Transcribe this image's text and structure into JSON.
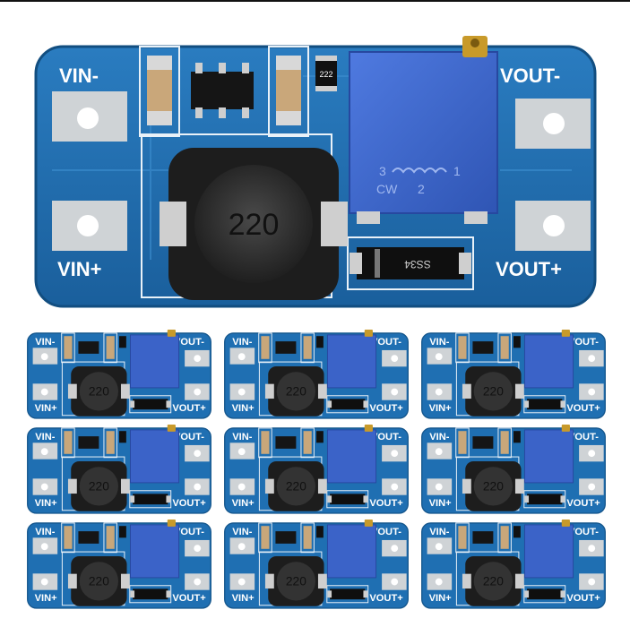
{
  "hero": {
    "labels": {
      "vin_minus": "VIN-",
      "vin_plus": "VIN+",
      "vout_minus": "VOUT-",
      "vout_plus": "VOUT+",
      "inductor": "220",
      "diode": "SS34",
      "resistor": "222",
      "pot_left": "3",
      "pot_right": "1",
      "pot_cw": "CW",
      "pot_mid": "2"
    }
  },
  "grid": {
    "rows": 3,
    "columns": 3,
    "labels": {
      "vin_minus": "VIN-",
      "vin_plus": "VIN+",
      "vout_minus": "VOUT-",
      "vout_plus": "VOUT+",
      "inductor": "220"
    }
  },
  "colors": {
    "pcb": "#1f6fb2",
    "pcb_edge": "#15568c",
    "pad": "#cfd3d6",
    "potentiometer": "#3b63c8",
    "inductor": "#2a2a2a"
  }
}
